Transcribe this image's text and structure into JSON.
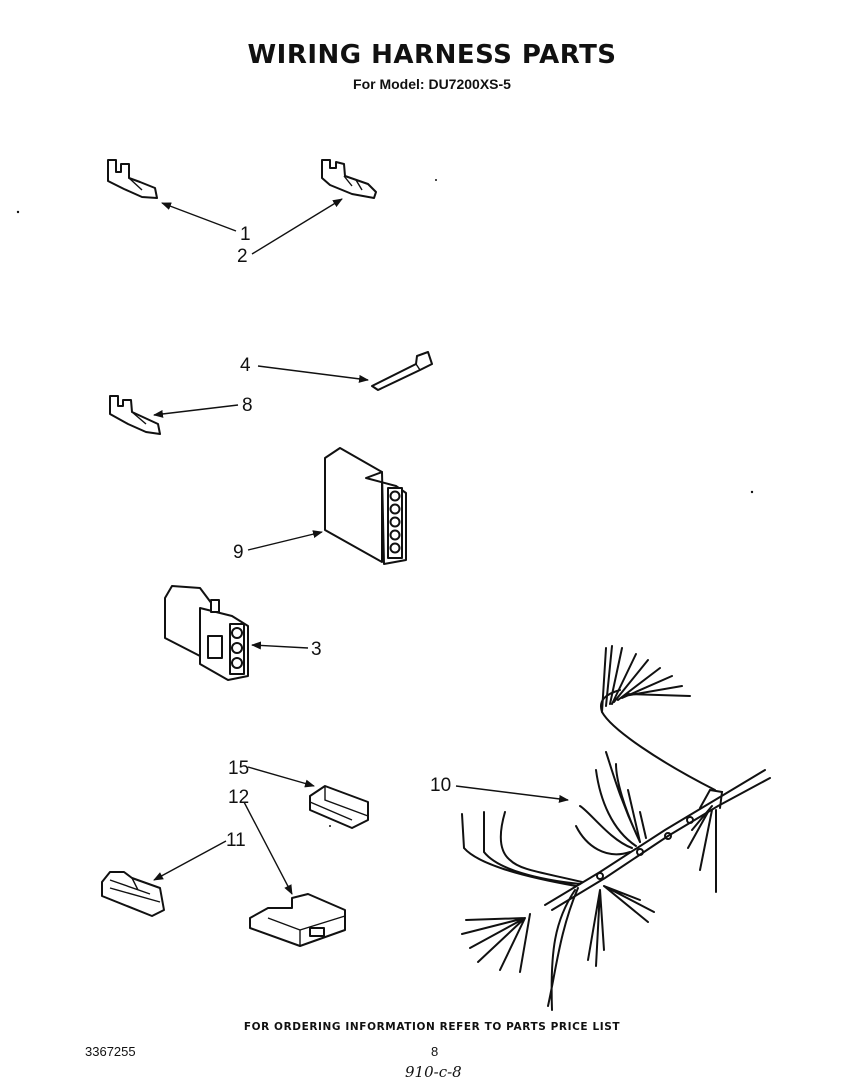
{
  "header": {
    "title": "WIRING HARNESS PARTS",
    "subtitle": "For Model: DU7200XS-5"
  },
  "callouts": {
    "c1": "1",
    "c2": "2",
    "c3": "3",
    "c4": "4",
    "c8": "8",
    "c9": "9",
    "c10": "10",
    "c11": "11",
    "c12": "12",
    "c15": "15"
  },
  "footer": {
    "note": "FOR ORDERING INFORMATION REFER TO PARTS PRICE LIST",
    "doc_number": "3367255",
    "page": "8",
    "handwritten": "910-c-8"
  }
}
